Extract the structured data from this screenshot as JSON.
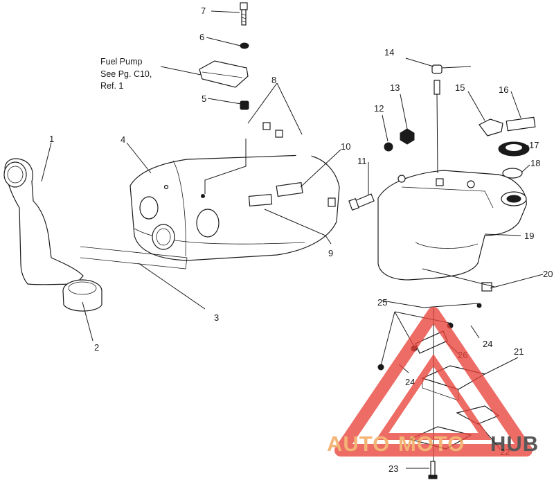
{
  "callouts": [
    {
      "id": "1",
      "text": "1"
    },
    {
      "id": "2",
      "text": "2"
    },
    {
      "id": "3",
      "text": "3"
    },
    {
      "id": "4",
      "text": "4"
    },
    {
      "id": "5",
      "text": "5"
    },
    {
      "id": "6",
      "text": "6"
    },
    {
      "id": "7",
      "text": "7"
    },
    {
      "id": "8",
      "text": "8"
    },
    {
      "id": "9",
      "text": "9"
    },
    {
      "id": "10",
      "text": "10"
    },
    {
      "id": "11",
      "text": "11"
    },
    {
      "id": "12",
      "text": "12"
    },
    {
      "id": "13",
      "text": "13"
    },
    {
      "id": "14",
      "text": "14"
    },
    {
      "id": "15",
      "text": "15"
    },
    {
      "id": "16",
      "text": "16"
    },
    {
      "id": "17",
      "text": "17"
    },
    {
      "id": "18",
      "text": "18"
    },
    {
      "id": "19",
      "text": "19"
    },
    {
      "id": "20",
      "text": "20"
    },
    {
      "id": "21",
      "text": "21"
    },
    {
      "id": "22",
      "text": "22"
    },
    {
      "id": "23",
      "text": "23"
    },
    {
      "id": "24a",
      "text": "24"
    },
    {
      "id": "24b",
      "text": "24"
    },
    {
      "id": "25",
      "text": "25"
    },
    {
      "id": "26",
      "text": "26"
    }
  ],
  "note": {
    "line1": "Fuel Pump",
    "line2": "See Pg. C10,",
    "line3": "Ref. 1"
  },
  "watermark": {
    "auto": "AUTO",
    "moto": "MOTO",
    "hub": "HUB",
    "color_primary": "#e8433a",
    "color_secondary": "#f0a050",
    "color_hub": "#2a2a2a"
  }
}
